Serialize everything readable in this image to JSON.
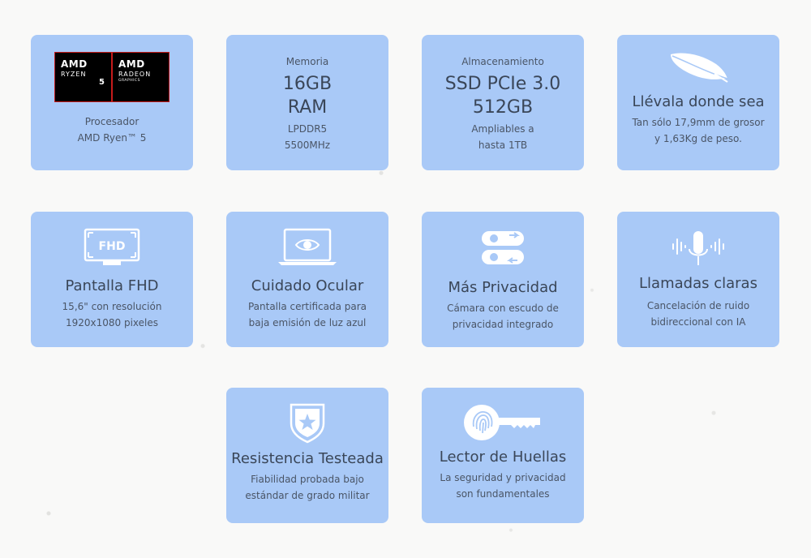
{
  "cards": {
    "processor": {
      "logo": {
        "brand": "AMD",
        "left_line1": "RYZEN",
        "left_line2": "5",
        "right_line1": "RADEON",
        "right_line2": "GRAPHICS"
      },
      "label": "Procesador",
      "value": "AMD Ryen™ 5"
    },
    "memory": {
      "label": "Memoria",
      "big1": "16GB",
      "big2": "RAM",
      "sub1": "LPDDR5",
      "sub2": "5500MHz"
    },
    "storage": {
      "label": "Almacenamiento",
      "big1": "SSD PCIe 3.0",
      "big2": "512GB",
      "sub1": "Ampliables a",
      "sub2": "hasta 1TB"
    },
    "weight": {
      "icon": "feather-icon",
      "title": "Llévala donde sea",
      "desc1": "Tan sólo 17,9mm de grosor",
      "desc2": "y 1,63Kg de peso."
    },
    "display": {
      "icon": "fhd-monitor-icon",
      "icon_text": "FHD",
      "title": "Pantalla FHD",
      "desc1": "15,6\" con resolución",
      "desc2": "1920x1080 pixeles"
    },
    "eyecare": {
      "icon": "laptop-eye-icon",
      "title": "Cuidado Ocular",
      "desc1": "Pantalla certificada para",
      "desc2": "baja emisión de luz azul"
    },
    "privacy": {
      "icon": "camera-shutter-icon",
      "title": "Más Privacidad",
      "desc1": "Cámara con escudo de",
      "desc2": "privacidad integrado"
    },
    "calls": {
      "icon": "microphone-icon",
      "title": "Llamadas claras",
      "desc1": "Cancelación de ruido",
      "desc2": "bidireccional con IA"
    },
    "durability": {
      "icon": "shield-star-icon",
      "title": "Resistencia Testeada",
      "desc1": "Fiabilidad probada bajo",
      "desc2": "estándar de grado militar"
    },
    "fingerprint": {
      "icon": "fingerprint-key-icon",
      "title": "Lector de Huellas",
      "desc1": "La seguridad y privacidad",
      "desc2": "son fundamentales"
    }
  },
  "colors": {
    "card": "#a9c9f7",
    "text": "#3a4658",
    "icon": "#ffffff",
    "background": "#f9f9f8"
  }
}
